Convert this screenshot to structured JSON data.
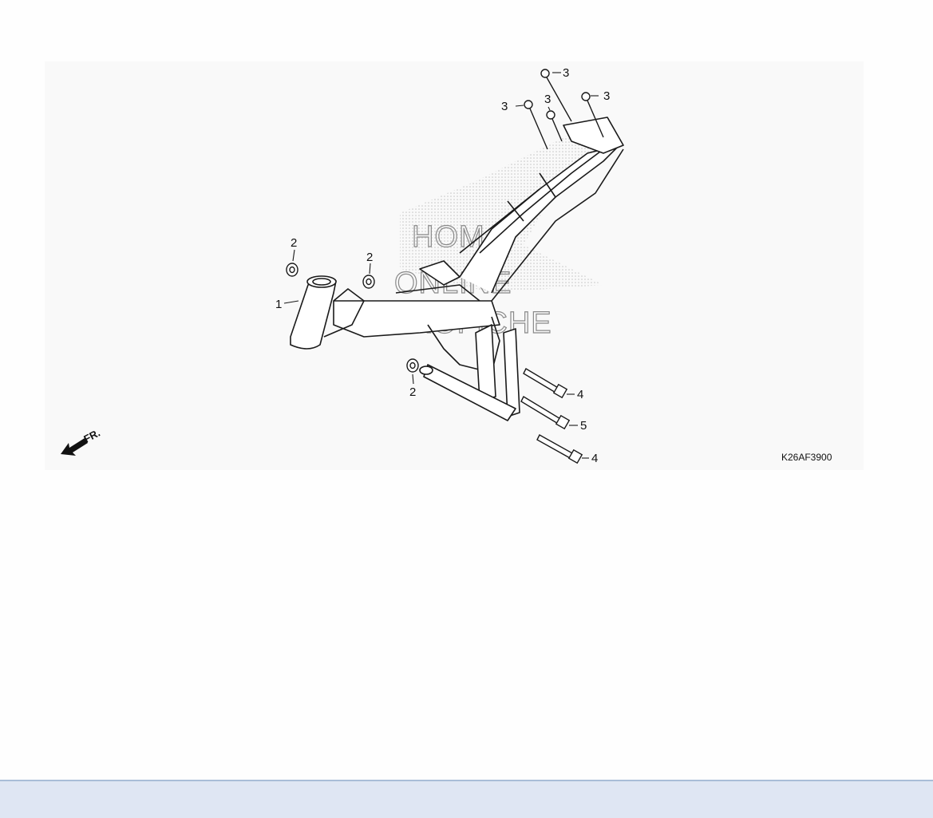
{
  "diagram": {
    "code": "K26AF3900",
    "front_marker": "FR.",
    "watermark_lines": [
      "HOM",
      "ONLINE",
      "MICROFICHE"
    ],
    "callouts": [
      {
        "id": "c1",
        "label": "1"
      },
      {
        "id": "c2a",
        "label": "2"
      },
      {
        "id": "c2b",
        "label": "2"
      },
      {
        "id": "c2c",
        "label": "2"
      },
      {
        "id": "c3a",
        "label": "3"
      },
      {
        "id": "c3b",
        "label": "3"
      },
      {
        "id": "c3c",
        "label": "3"
      },
      {
        "id": "c3d",
        "label": "3"
      },
      {
        "id": "c4a",
        "label": "4"
      },
      {
        "id": "c4b",
        "label": "4"
      },
      {
        "id": "c5",
        "label": "5"
      }
    ]
  },
  "colors": {
    "line": "#1a1a1a",
    "panel_bg": "#f9f9f9",
    "bottom_bar": "#dfe6f3"
  }
}
